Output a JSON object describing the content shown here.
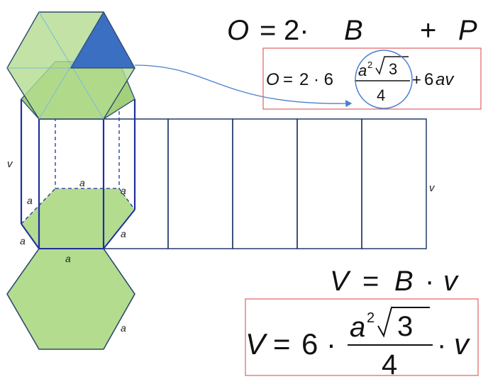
{
  "labels": {
    "a": "a",
    "v": "v"
  },
  "formula_top": {
    "O": "O",
    "eq": "=",
    "two_dot": "2·",
    "B": "B",
    "plus": "+",
    "P": "P"
  },
  "formula_O": {
    "O": "O",
    "eq": "=",
    "coef": "2 · 6",
    "num_a": "a",
    "num_exp": "2",
    "sqrt_val": "3",
    "den": "4",
    "plus": "+",
    "tail_coef": "6",
    "tail_vars": "av"
  },
  "formula_mid": {
    "V": "V",
    "eq": "=",
    "B": "B",
    "dot": "·",
    "v": "v"
  },
  "formula_V": {
    "V": "V",
    "eq": "=",
    "coef": "6 ·",
    "num_a": "a",
    "num_exp": "2",
    "sqrt_val": "3",
    "den": "4",
    "dot": "·",
    "v": "v"
  },
  "colors": {
    "hex_fill": "#b3dc8f",
    "hex_fill_dark": "#9fcf74",
    "hex_stroke": "#2e4a6e",
    "prism_edge": "#1f2f9e",
    "net_stroke": "#233a6b",
    "highlight_triangle": "#3b6fc2",
    "formula_box": "#e06060",
    "arrow": "#4a7fd0"
  }
}
